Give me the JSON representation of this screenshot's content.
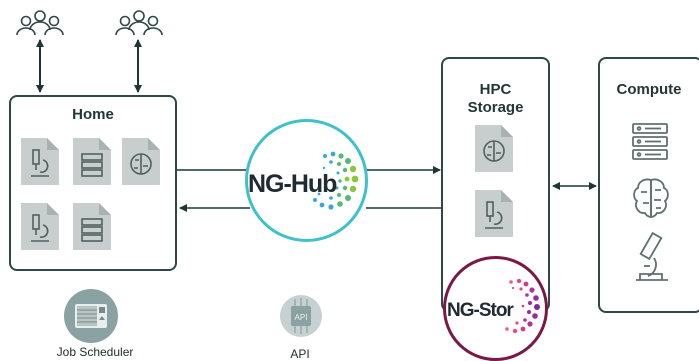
{
  "home": {
    "title": "Home"
  },
  "hpc": {
    "title_line1": "HPC",
    "title_line2": "Storage"
  },
  "compute": {
    "title": "Compute"
  },
  "hub": {
    "label": "NG-Hub"
  },
  "stor": {
    "label": "NG-Stor"
  },
  "job_scheduler": {
    "label": "Job Scheduler"
  },
  "api": {
    "label": "API",
    "chip_text": "API"
  },
  "colors": {
    "box_border": "#2f4747",
    "hub_ring": "#3ec1c9",
    "stor_ring": "#7a1848",
    "icon_fill": "#8aa2a2",
    "doc_fill": "#c8cdcd",
    "icon_dark": "#607070"
  }
}
